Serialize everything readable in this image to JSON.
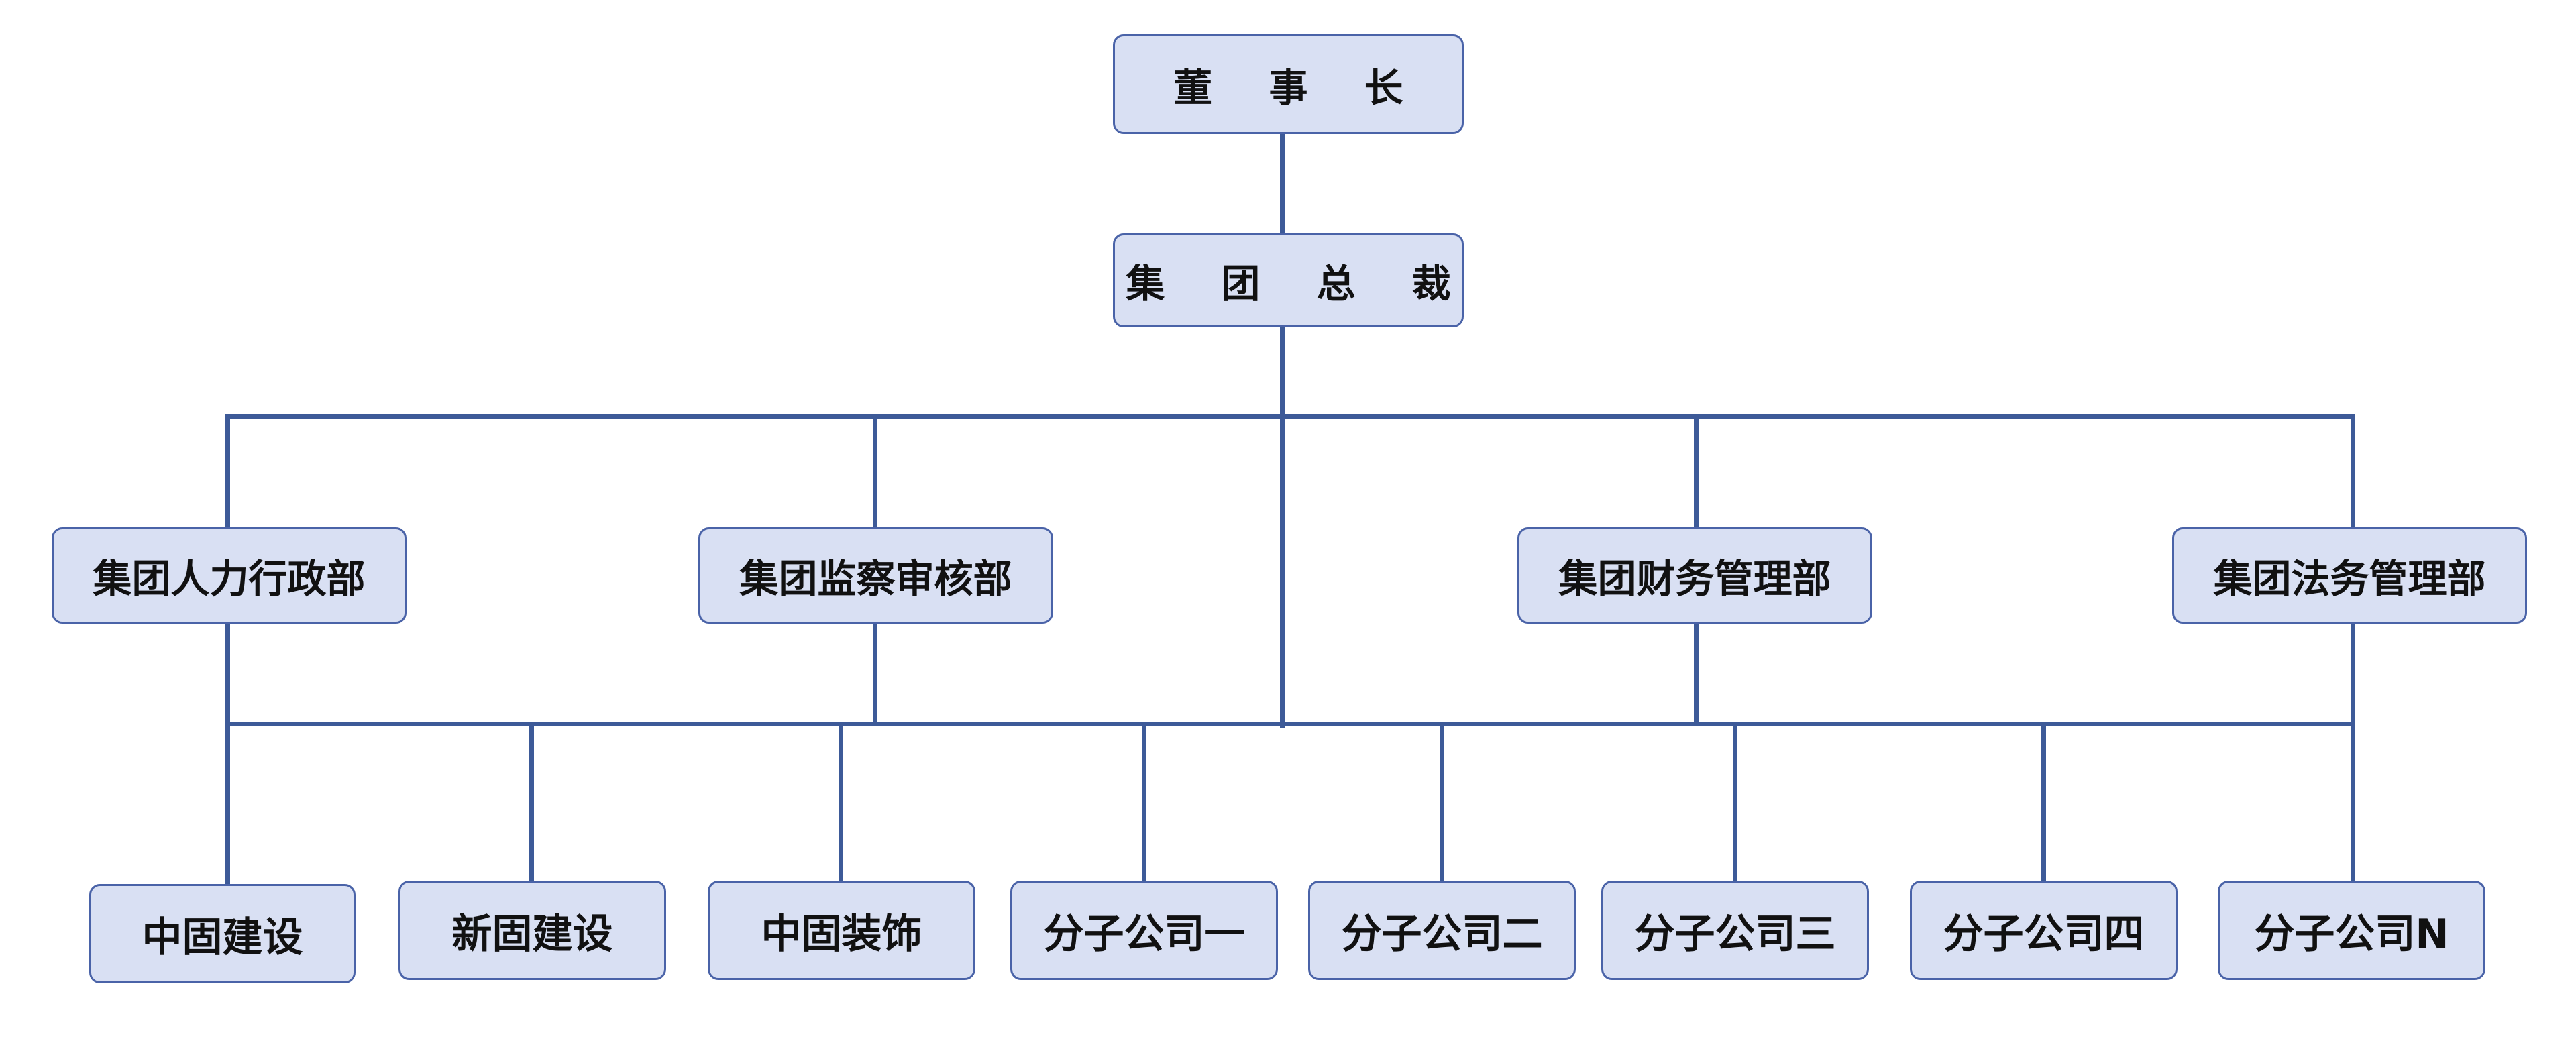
{
  "chairman": "董 事 长",
  "president": "集 团 总 裁",
  "departments": [
    "集团人力行政部",
    "集团监察审核部",
    "集团财务管理部",
    "集团法务管理部"
  ],
  "subsidiaries": [
    "中固建设",
    "新固建设",
    "中固装饰",
    "分子公司一",
    "分子公司二",
    "分子公司三",
    "分子公司四",
    "分子公司N"
  ],
  "colors": {
    "node_fill": "#d9e0f3",
    "node_border": "#4a63a8",
    "connector": "#3d5a98"
  }
}
